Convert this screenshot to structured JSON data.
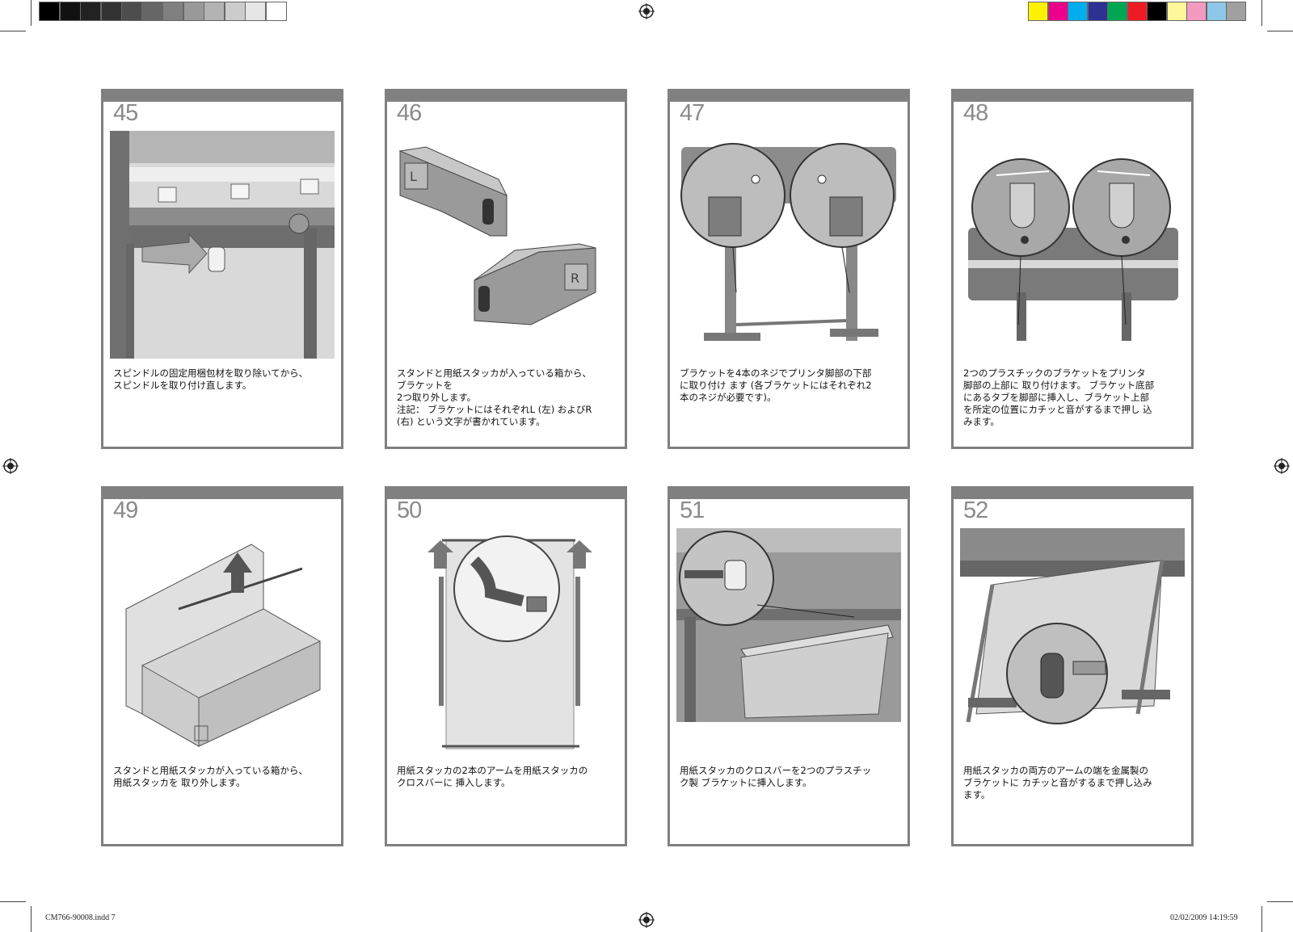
{
  "color_bar": {
    "grays": [
      "#000000",
      "#111111",
      "#222222",
      "#333333",
      "#4d4d4d",
      "#666666",
      "#808080",
      "#999999",
      "#b3b3b3",
      "#cccccc",
      "#e6e6e6",
      "#ffffff"
    ],
    "colors": [
      "#fff200",
      "#ec008c",
      "#00aeef",
      "#2e3192",
      "#00a651",
      "#ed1c24",
      "#000000",
      "#fff799",
      "#f49ac1",
      "#8dc8e8",
      "#a0a0a0"
    ]
  },
  "panels": [
    {
      "number": "45",
      "icon": "spindle-bracket-illustration",
      "caption": "スピンドルの固定用梱包材を取り除いてから、\nスピンドルを取り付け直します。"
    },
    {
      "number": "46",
      "icon": "brackets-lr-illustration",
      "caption": "スタンドと用紙スタッカが入っている箱から、\nブラケットを\n2つ取り外します。\n注記： ブラケットにはそれぞれL (左) およびR\n(右) という文字が書かれています。"
    },
    {
      "number": "47",
      "icon": "bracket-screws-illustration",
      "caption": "ブラケットを4本のネジでプリンタ脚部の下部\nに取り付け ます (各ブラケットにはそれぞれ2\n本のネジが必要です)。"
    },
    {
      "number": "48",
      "icon": "plastic-bracket-illustration",
      "caption": "2つのプラスチックのブラケットをプリンタ\n脚部の上部に 取り付けます。 ブラケット底部\nにあるタブを脚部に挿入し、ブラケット上部\nを所定の位置にカチッと音がするまで押し 込\nみます。"
    },
    {
      "number": "49",
      "icon": "box-stacker-illustration",
      "caption": "スタンドと用紙スタッカが入っている箱から、\n用紙スタッカを 取り外します。"
    },
    {
      "number": "50",
      "icon": "stacker-arms-illustration",
      "caption": "用紙スタッカの2本のアームを用紙スタッカの\nクロスバーに 挿入します。"
    },
    {
      "number": "51",
      "icon": "crossbar-insert-illustration",
      "caption": "用紙スタッカのクロスバーを2つのプラスチッ\nク製 ブラケットに挿入します。"
    },
    {
      "number": "52",
      "icon": "arms-metal-bracket-illustration",
      "caption": "用紙スタッカの両方のアームの端を金属製の\nブラケットに カチッと音がするまで押し込み\nます。"
    }
  ],
  "footer": {
    "file": "CM766-90008.indd   7",
    "timestamp": "02/02/2009   14:19:59"
  }
}
